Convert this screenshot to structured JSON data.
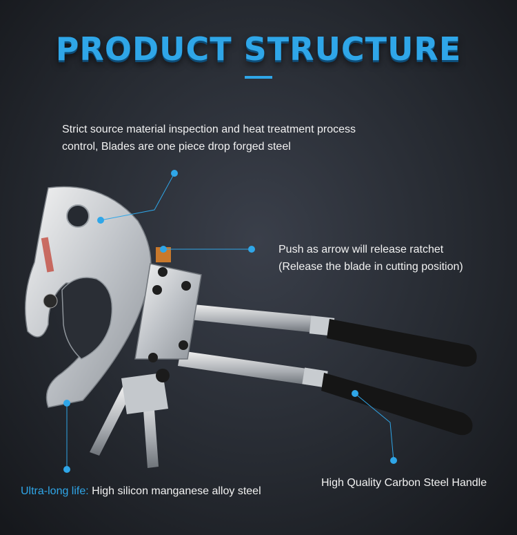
{
  "title": "PRODUCT STRUCTURE",
  "callouts": {
    "blade": {
      "line1": "Strict source material inspection and heat treatment process",
      "line2": "control, Blades are one piece drop forged steel"
    },
    "ratchet": {
      "line1": "Push as arrow will release ratchet",
      "line2": "(Release the blade in cutting position)"
    },
    "life": {
      "highlight": "Ultra-long life:",
      "text": " High silicon manganese alloy steel"
    },
    "handle": {
      "text": "High Quality Carbon Steel Handle"
    }
  },
  "colors": {
    "accent": "#2fa6e8",
    "background": "#262a31"
  }
}
